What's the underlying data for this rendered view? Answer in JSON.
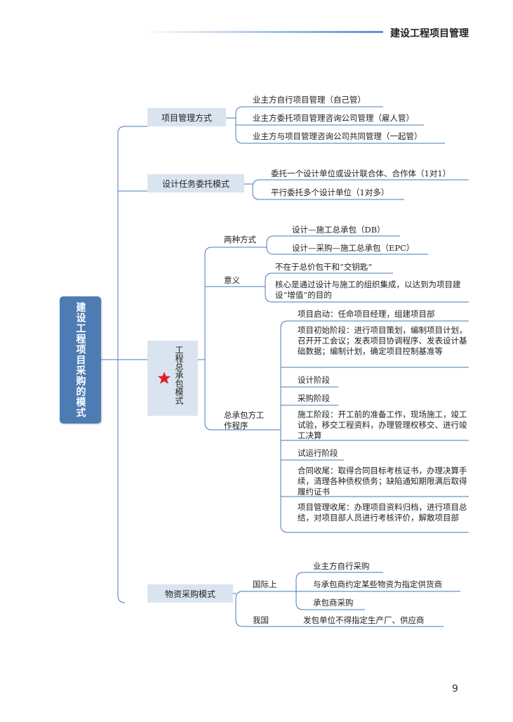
{
  "header": {
    "title": "建设工程项目管理"
  },
  "page_number": "9",
  "root": {
    "label": "建设工程项目采购的模式"
  },
  "branches": {
    "mgmt": {
      "label": "项目管理方式",
      "items": [
        "业主方自行项目管理（自己管）",
        "业主方委托项目管理咨询公司管理（雇人管）",
        "业主方与项目管理咨询公司共同管理（一起管）"
      ]
    },
    "design": {
      "label": "设计任务委托模式",
      "items": [
        "委托一个设计单位或设计联合体、合作体（1对1）",
        "平行委托多个设计单位（1对多）"
      ]
    },
    "epc": {
      "label": "工程总承包模式",
      "two_ways": {
        "label": "两种方式",
        "items": [
          "设计—施工总承包（DB）",
          "设计—采购—施工总承包（EPC）"
        ]
      },
      "meaning": {
        "label": "意义",
        "items": [
          "不在于总价包干和“交钥匙”",
          "核心是通过设计与施工的组织集成，以达到为项目建设“增值”的目的"
        ]
      },
      "procedure": {
        "label": "总承包方工作程序",
        "items": [
          "项目启动：任命项目经理，组建项目部",
          "项目初始阶段：进行项目策划，编制项目计划，召开开工会议；发表项目协调程序、发表设计基础数据；编制计划，确定项目控制基准等",
          "设计阶段",
          "采购阶段",
          "施工阶段：开工前的准备工作，现场施工，竣工试验，移交工程资料，办理管理权移交、进行竣工决算",
          "试运行阶段",
          "合同收尾：取得合同目标考核证书，办理决算手续，清理各种债权债务；缺陷通知期限满后取得履约证书",
          "项目管理收尾：办理项目资料归档，进行项目总结，对项目部人员进行考核评价，解散项目部"
        ]
      }
    },
    "procurement": {
      "label": "物资采购模式",
      "international": {
        "label": "国际上",
        "items": [
          "业主方自行采购",
          "与承包商约定某些物资为指定供货商",
          "承包商采购"
        ]
      },
      "domestic": {
        "label": "我国",
        "text": "发包单位不得指定生产厂、供应商"
      }
    }
  },
  "colors": {
    "line": "#4a78b8",
    "root_fill": "#4d7cb5",
    "category_fill": "#dae4f0",
    "star": "#e02020"
  },
  "icons": {
    "star": "star-icon"
  }
}
